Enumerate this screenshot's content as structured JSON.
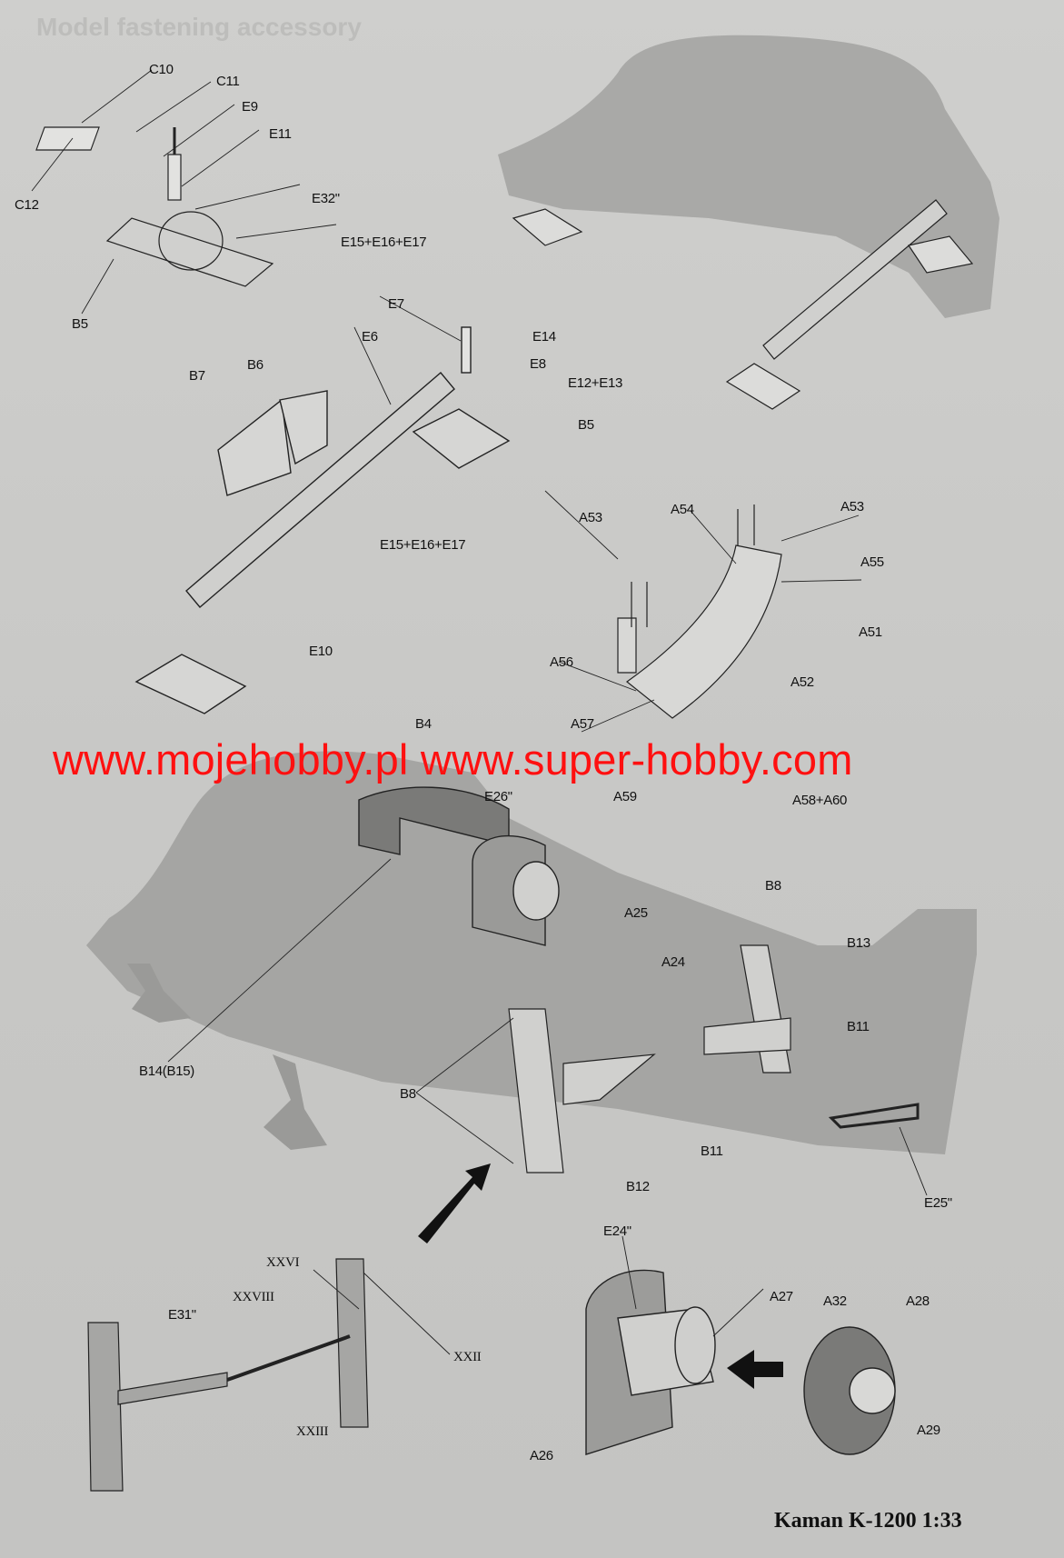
{
  "header_faded": "Model fastening accessory",
  "watermark": "www.mojehobby.pl www.super-hobby.com",
  "footer": "Kaman K-1200 1:33",
  "labels": {
    "c10": "C10",
    "c11": "C11",
    "e9": "E9",
    "e11": "E11",
    "c12": "C12",
    "e32": "E32\"",
    "e15a": "E15+E16+E17",
    "b5a": "B5",
    "e7": "E7",
    "e6": "E6",
    "e14": "E14",
    "e8": "E8",
    "e12": "E12+E13",
    "b5b": "B5",
    "b7": "B7",
    "b6": "B6",
    "e15b": "E15+E16+E17",
    "e10": "E10",
    "a53a": "A53",
    "a54": "A54",
    "a53b": "A53",
    "a55": "A55",
    "a51": "A51",
    "a56": "A56",
    "a52": "A52",
    "a57": "A57",
    "a59": "A59",
    "a58": "A58+A60",
    "b4": "B4",
    "e26": "E26\"",
    "a25": "A25",
    "a24": "A24",
    "b8a": "B8",
    "b13": "B13",
    "b11a": "B11",
    "b14": "B14(B15)",
    "b8b": "B8",
    "b11b": "B11",
    "b12": "B12",
    "e25": "E25\"",
    "e24": "E24\"",
    "xxvi": "XXVI",
    "xxviii": "XXVIII",
    "e31": "E31\"",
    "xxii": "XXII",
    "xxiii": "XXIII",
    "a27": "A27",
    "a32": "A32",
    "a28": "A28",
    "a29": "A29",
    "a26": "A26"
  }
}
